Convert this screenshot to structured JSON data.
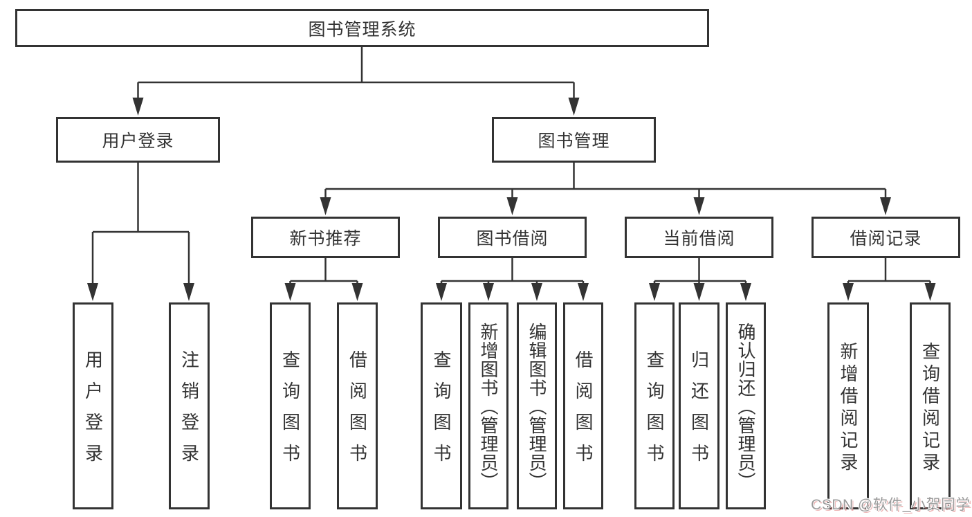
{
  "title": "图书管理系统",
  "tree": {
    "root": {
      "label": "图书管理系统",
      "children": [
        {
          "label": "用户登录",
          "children": [
            {
              "label": "用户登录"
            },
            {
              "label": "注销登录"
            }
          ]
        },
        {
          "label": "图书管理",
          "children": [
            {
              "label": "新书推荐",
              "children": [
                {
                  "label": "查询图书"
                },
                {
                  "label": "借阅图书"
                }
              ]
            },
            {
              "label": "图书借阅",
              "children": [
                {
                  "label": "查询图书"
                },
                {
                  "label": "新增图书（管理员）"
                },
                {
                  "label": "编辑图书（管理员）"
                },
                {
                  "label": "借阅图书"
                }
              ]
            },
            {
              "label": "当前借阅",
              "children": [
                {
                  "label": "查询图书"
                },
                {
                  "label": "归还图书"
                },
                {
                  "label": "确认归还（管理员）"
                }
              ]
            },
            {
              "label": "借阅记录",
              "children": [
                {
                  "label": "新增借阅记录"
                },
                {
                  "label": "查询借阅记录"
                }
              ]
            }
          ]
        }
      ]
    }
  },
  "watermark": {
    "text": "CSDN @软件_小贺同学"
  },
  "colors": {
    "line": "#333333",
    "text": "#333333",
    "background": "#ffffff",
    "watermark_gray": "#9b9b9b",
    "watermark_red": "#e07a7a"
  }
}
